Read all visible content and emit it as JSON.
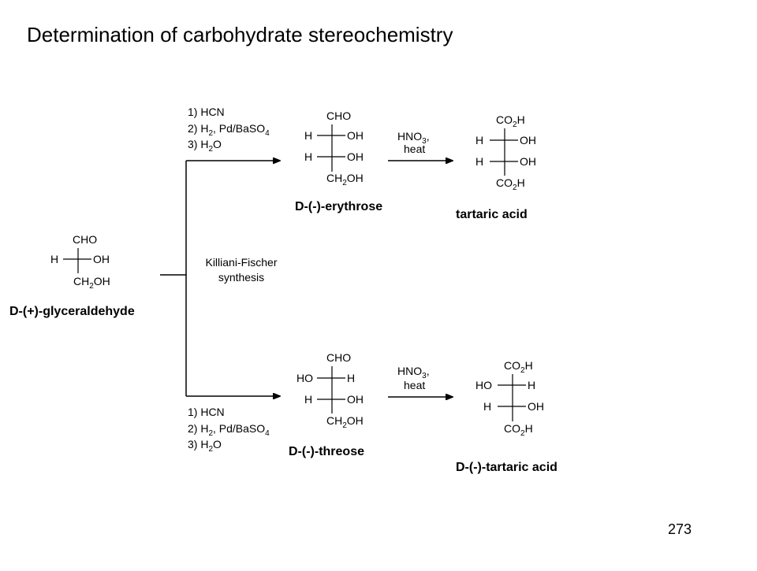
{
  "slide": {
    "title": "Determination of carbohydrate stereochemistry",
    "page_number": "273"
  },
  "atoms": {
    "cho": "CHO",
    "h": "H",
    "oh": "OH",
    "ho": "HO",
    "ch2": "CH",
    "sub2": "2",
    "oh_suffix": "OH",
    "co2": "CO",
    "h_suffix": "H"
  },
  "reagents": {
    "step1": "1) HCN",
    "step2_pre": "2) H",
    "step2_sub": "2",
    "step2_post": ", Pd/BaSO",
    "step2_sub2": "4",
    "step3_pre": "3) H",
    "step3_sub": "2",
    "step3_post": "O",
    "hno3_pre": "HNO",
    "hno3_sub": "3",
    "hno3_post": ",",
    "heat": "heat"
  },
  "process": {
    "line1": "Killiani-Fischer",
    "line2": "synthesis"
  },
  "names": {
    "glyceraldehyde": "D-(+)-glyceraldehyde",
    "erythrose": "D-(-)-erythrose",
    "threose": "D-(-)-threose",
    "tartaric": "tartaric acid",
    "d_tartaric": "D-(-)-tartaric acid"
  }
}
